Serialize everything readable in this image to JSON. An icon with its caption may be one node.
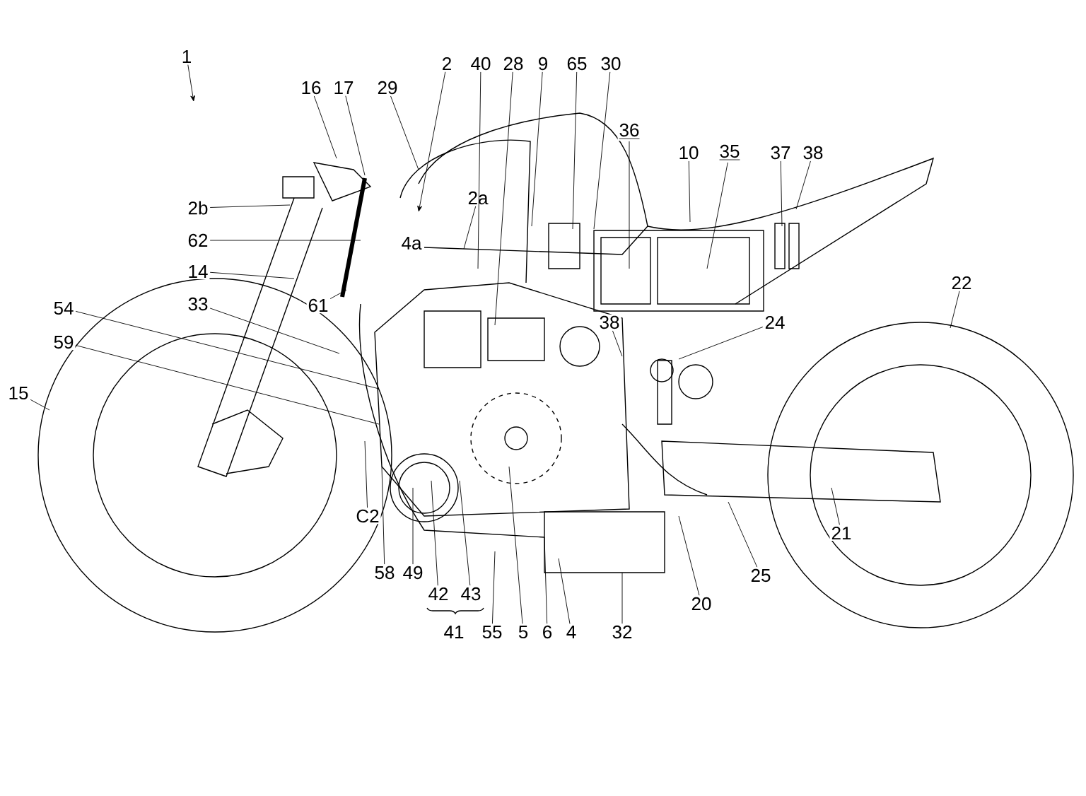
{
  "diagram": {
    "nodes": [
      {
        "text": [
          "1"
        ]
      },
      {
        "text": [
          "16"
        ]
      },
      {
        "text": [
          "17"
        ]
      },
      {
        "text": [
          "29"
        ]
      },
      {
        "text": [
          "2"
        ]
      },
      {
        "text": [
          "40"
        ]
      },
      {
        "text": [
          "28"
        ]
      },
      {
        "text": [
          "9"
        ]
      },
      {
        "text": [
          "65"
        ]
      },
      {
        "text": [
          "30"
        ]
      },
      {
        "text": [
          "36"
        ]
      },
      {
        "text": [
          "10"
        ]
      },
      {
        "text": [
          "35"
        ]
      },
      {
        "text": [
          "37"
        ]
      },
      {
        "text": [
          "38"
        ]
      },
      {
        "text": [
          "2a"
        ]
      },
      {
        "text": [
          "2b"
        ]
      },
      {
        "text": [
          "62"
        ]
      },
      {
        "text": [
          "14"
        ]
      },
      {
        "text": [
          "61"
        ]
      },
      {
        "text": [
          "33"
        ]
      },
      {
        "text": [
          "54"
        ]
      },
      {
        "text": [
          "59"
        ]
      },
      {
        "text": [
          "15"
        ]
      },
      {
        "text": [
          "22"
        ]
      },
      {
        "text": [
          "38"
        ]
      },
      {
        "text": [
          "24"
        ]
      },
      {
        "text": [
          "C2"
        ]
      },
      {
        "text": [
          "58"
        ]
      },
      {
        "text": [
          "49"
        ]
      },
      {
        "text": [
          "42"
        ]
      },
      {
        "text": [
          "43"
        ]
      },
      {
        "text": [
          "55"
        ]
      },
      {
        "text": [
          "5"
        ]
      },
      {
        "text": [
          "6"
        ]
      },
      {
        "text": [
          "4"
        ]
      },
      {
        "text": [
          "32"
        ]
      },
      {
        "text": [
          "20"
        ]
      },
      {
        "text": [
          "25"
        ]
      },
      {
        "text": [
          "21"
        ]
      }
    ],
    "edges": [
      {
        "from": 0,
        "to": null,
        "arrow": "to"
      },
      {
        "from": 1,
        "to": null,
        "arrow": "none"
      },
      {
        "from": 2,
        "to": null,
        "arrow": "none"
      },
      {
        "from": 3,
        "to": null,
        "arrow": "none"
      },
      {
        "from": 4,
        "to": null,
        "arrow": "to"
      },
      {
        "from": 5,
        "to": null,
        "arrow": "none"
      },
      {
        "from": 6,
        "to": null,
        "arrow": "none"
      },
      {
        "from": 7,
        "to": null,
        "arrow": "none"
      },
      {
        "from": 8,
        "to": null,
        "arrow": "none"
      },
      {
        "from": 9,
        "to": null,
        "arrow": "none"
      },
      {
        "from": 10,
        "to": null,
        "arrow": "none"
      },
      {
        "from": 11,
        "to": null,
        "arrow": "none"
      },
      {
        "from": 12,
        "to": null,
        "arrow": "none"
      },
      {
        "from": 13,
        "to": null,
        "arrow": "none"
      },
      {
        "from": 14,
        "to": null,
        "arrow": "none"
      },
      {
        "from": 15,
        "to": null,
        "arrow": "none"
      },
      {
        "from": 16,
        "to": null,
        "arrow": "none"
      },
      {
        "from": 17,
        "to": null,
        "arrow": "none"
      },
      {
        "from": 18,
        "to": null,
        "arrow": "none"
      },
      {
        "from": 19,
        "to": null,
        "arrow": "none"
      },
      {
        "from": 20,
        "to": null,
        "arrow": "none"
      },
      {
        "from": 21,
        "to": null,
        "arrow": "none"
      },
      {
        "from": 22,
        "to": null,
        "arrow": "none"
      },
      {
        "from": 23,
        "to": null,
        "arrow": "none"
      },
      {
        "from": 24,
        "to": null,
        "arrow": "none"
      },
      {
        "from": 25,
        "to": null,
        "arrow": "none"
      },
      {
        "from": 26,
        "to": null,
        "arrow": "none"
      },
      {
        "from": 27,
        "to": null,
        "arrow": "none"
      },
      {
        "from": 28,
        "to": null,
        "arrow": "none"
      },
      {
        "from": 29,
        "to": null,
        "arrow": "none"
      },
      {
        "from": 30,
        "to": null,
        "arrow": "none"
      },
      {
        "from": 31,
        "to": null,
        "arrow": "none"
      },
      {
        "from": 32,
        "to": null,
        "arrow": "none"
      },
      {
        "from": 33,
        "to": null,
        "arrow": "none"
      },
      {
        "from": 34,
        "to": null,
        "arrow": "none"
      },
      {
        "from": 35,
        "to": null,
        "arrow": "none"
      },
      {
        "from": 36,
        "to": null,
        "arrow": "none"
      },
      {
        "from": 37,
        "to": null,
        "arrow": "none"
      },
      {
        "from": 38,
        "to": null,
        "arrow": "none"
      },
      {
        "from": 39,
        "to": null,
        "arrow": "none"
      }
    ],
    "labels": [
      "4a",
      "41"
    ]
  }
}
